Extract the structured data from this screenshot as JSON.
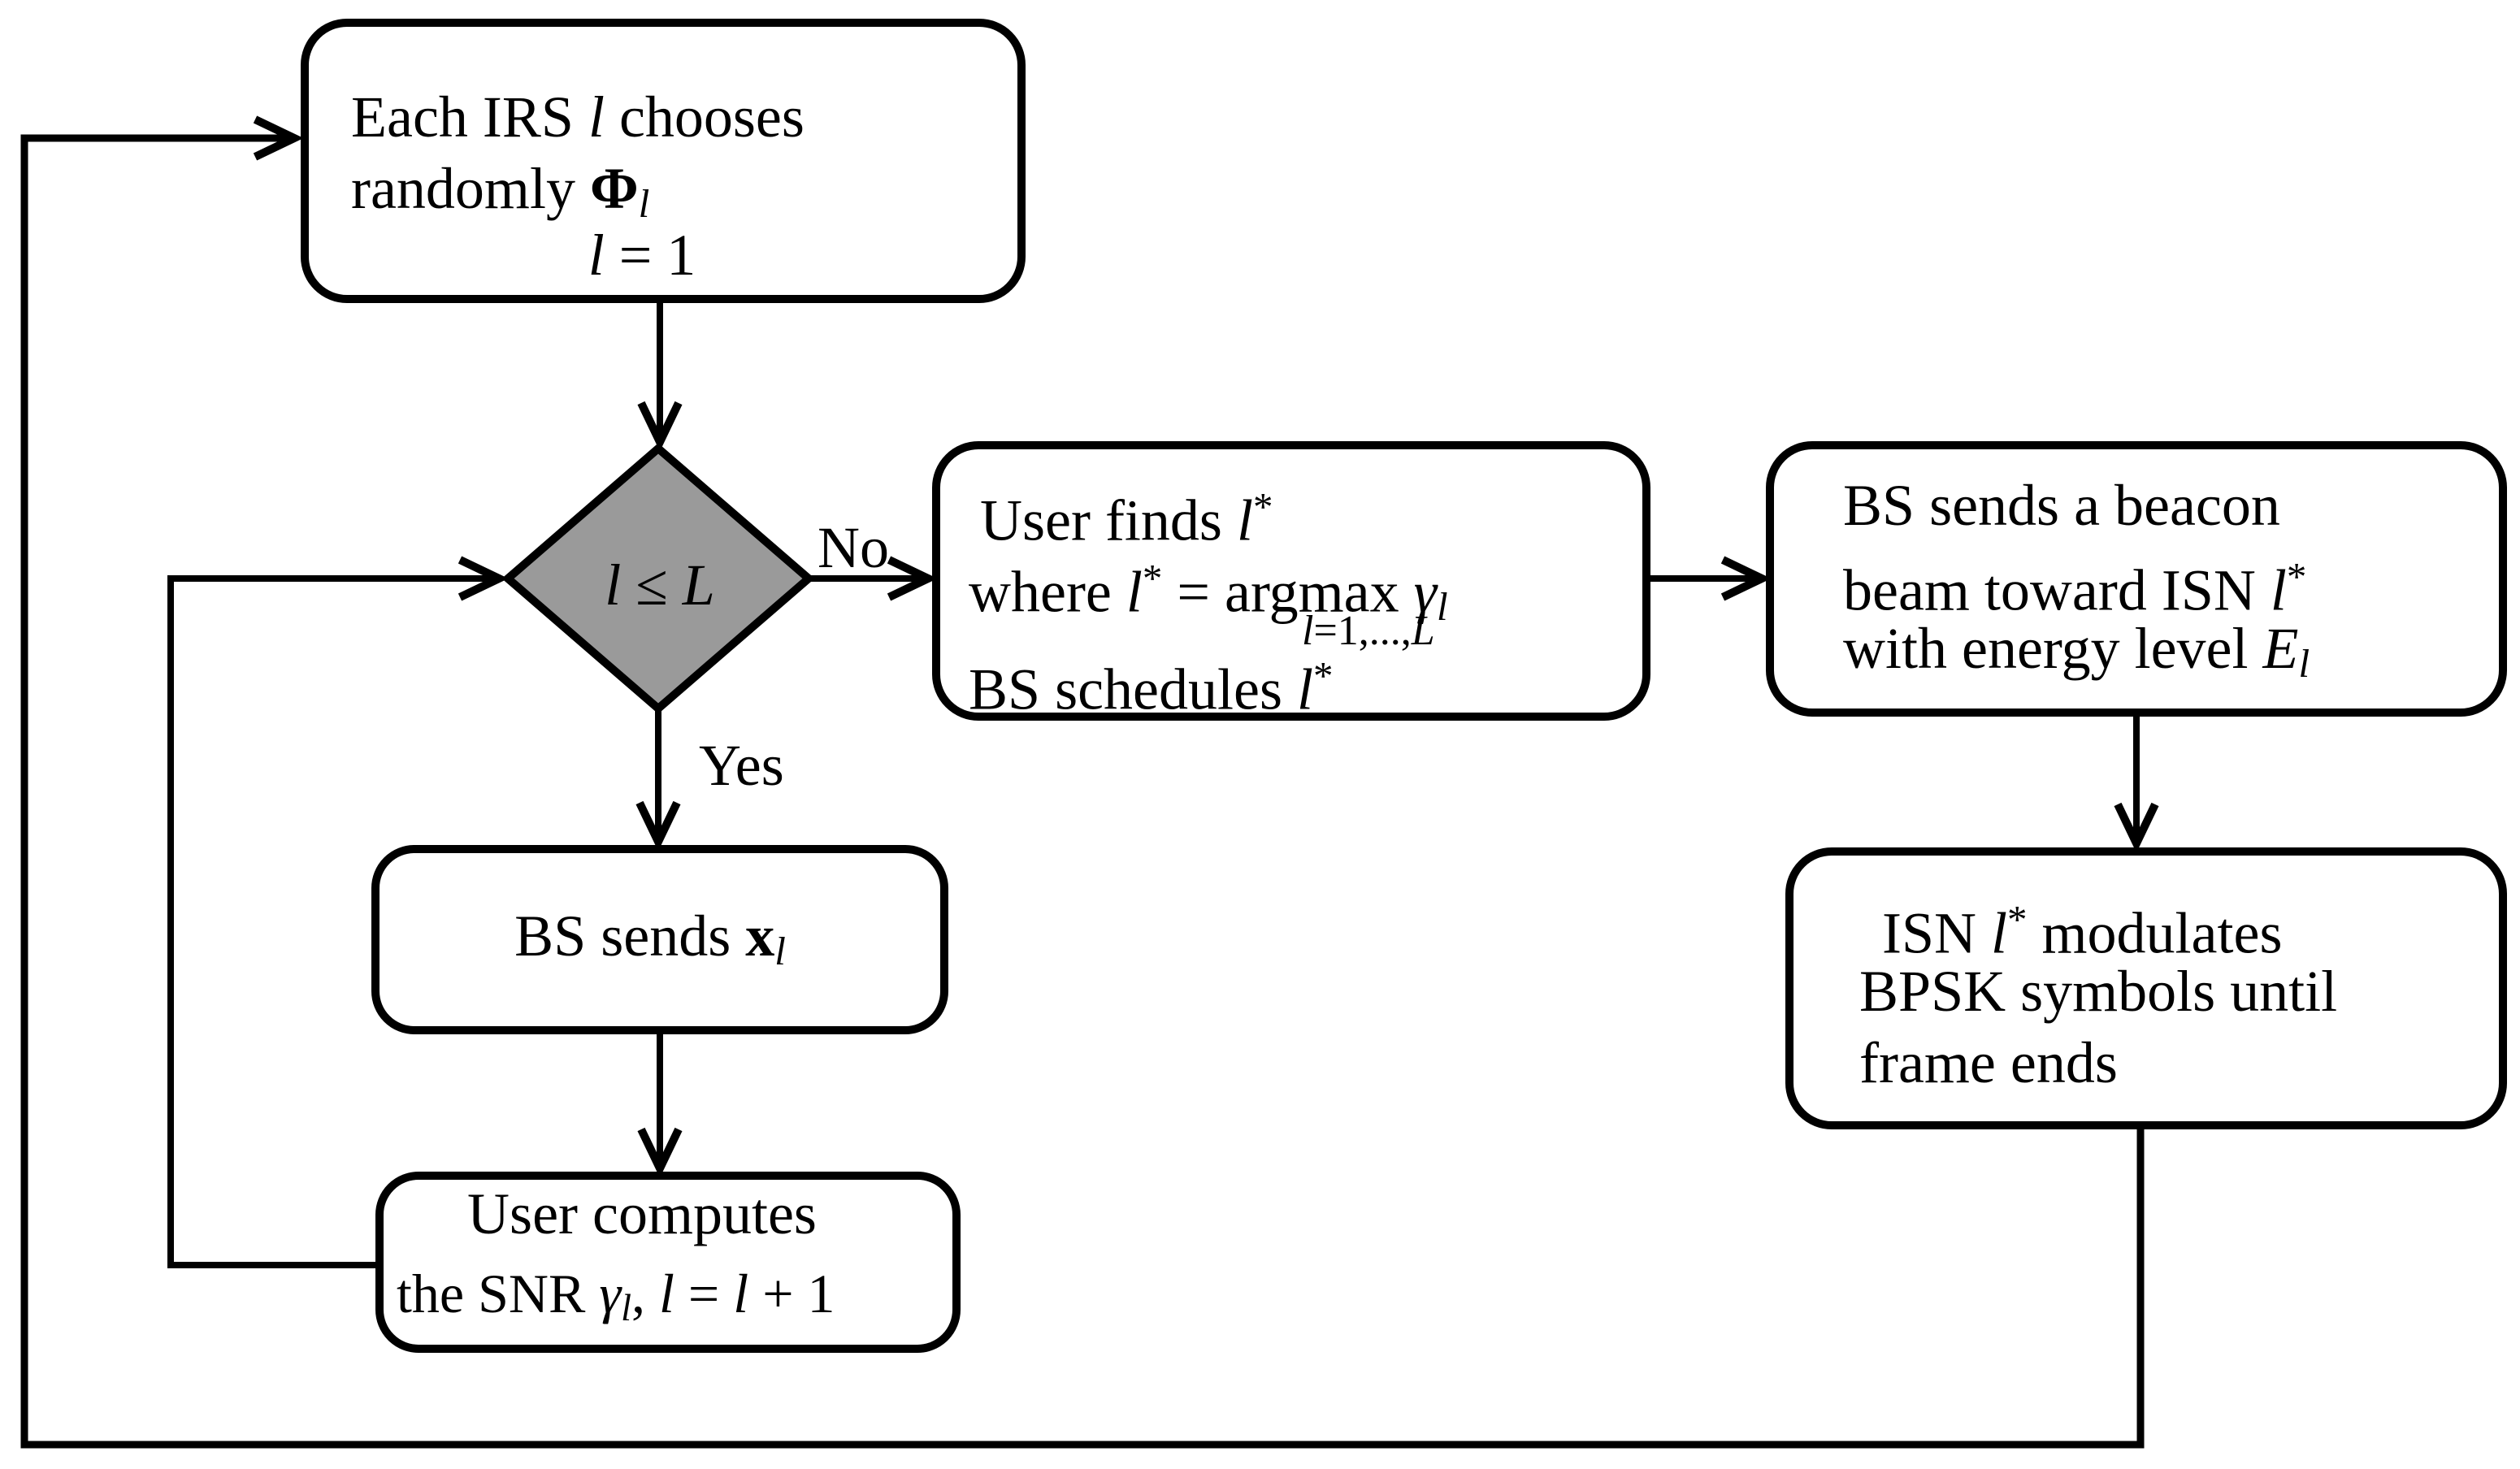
{
  "figure": {
    "type": "flowchart",
    "background": "#ffffff",
    "line_color": "#000000",
    "box_fill": "#ffffff",
    "decision_fill": "#9a9a9a"
  },
  "nodes": {
    "init": {
      "role": "process",
      "lines": [
        [
          [
            "Each IRS ",
            "n"
          ],
          [
            "l",
            "i"
          ],
          [
            " chooses",
            "n"
          ]
        ],
        [
          [
            "randomly ",
            "n"
          ],
          [
            "Φ",
            "b"
          ],
          [
            "l",
            "sub"
          ]
        ],
        [
          [
            "l",
            "i"
          ],
          [
            " = 1",
            "n"
          ]
        ]
      ]
    },
    "decision": {
      "role": "decision",
      "lines": [
        [
          [
            "l",
            "i"
          ],
          [
            " ≤ ",
            "n"
          ],
          [
            "L",
            "i"
          ]
        ]
      ]
    },
    "find": {
      "role": "process",
      "lines": [
        [
          [
            "User finds ",
            "n"
          ],
          [
            "l",
            "i"
          ],
          [
            "*",
            "sup"
          ]
        ],
        [
          [
            "where ",
            "n"
          ],
          [
            "l",
            "i"
          ],
          [
            "*",
            "sup"
          ],
          [
            " = argmax ",
            "n"
          ],
          [
            "γ",
            "i"
          ],
          [
            "l",
            "sub"
          ]
        ],
        [
          [
            "l",
            "i"
          ],
          [
            "=1,...,",
            "n"
          ],
          [
            "L",
            "i"
          ]
        ],
        [
          [
            "BS schedules ",
            "n"
          ],
          [
            "l",
            "i"
          ],
          [
            "*",
            "sup"
          ]
        ]
      ]
    },
    "beacon": {
      "role": "process",
      "lines": [
        [
          [
            "BS sends a beacon",
            "n"
          ]
        ],
        [
          [
            "beam toward ISN ",
            "n"
          ],
          [
            "l",
            "i"
          ],
          [
            "*",
            "sup"
          ]
        ],
        [
          [
            "with energy level ",
            "n"
          ],
          [
            "E",
            "i"
          ],
          [
            "l",
            "sub"
          ]
        ]
      ]
    },
    "sendx": {
      "role": "process",
      "lines": [
        [
          [
            "BS sends ",
            "n"
          ],
          [
            "x",
            "b"
          ],
          [
            "l",
            "sub"
          ]
        ]
      ]
    },
    "compute": {
      "role": "process",
      "lines": [
        [
          [
            "User computes",
            "n"
          ]
        ],
        [
          [
            "the SNR ",
            "n"
          ],
          [
            "γ",
            "i"
          ],
          [
            "l",
            "sub"
          ],
          [
            ", ",
            "n"
          ],
          [
            "l",
            "i"
          ],
          [
            " = ",
            "n"
          ],
          [
            "l",
            "i"
          ],
          [
            " + 1",
            "n"
          ]
        ]
      ]
    },
    "isn": {
      "role": "process",
      "lines": [
        [
          [
            "ISN ",
            "n"
          ],
          [
            "l",
            "i"
          ],
          [
            "*",
            "sup"
          ],
          [
            " modulates",
            "n"
          ]
        ],
        [
          [
            "BPSK symbols until",
            "n"
          ]
        ],
        [
          [
            "frame ends",
            "n"
          ]
        ]
      ]
    }
  },
  "edge_labels": {
    "no": "No",
    "yes": "Yes"
  }
}
